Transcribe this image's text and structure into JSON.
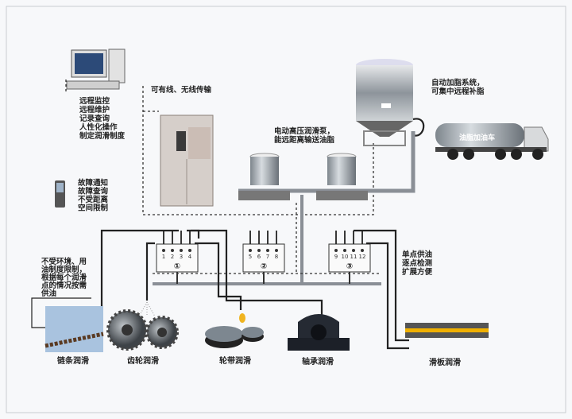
{
  "annotations": {
    "computer": [
      "远程监控",
      "远程维护",
      "记录查询",
      "人性化操作",
      "制定润滑制度"
    ],
    "phone": [
      "故障通知",
      "故障查询",
      "不受距离",
      "空间限制"
    ],
    "transmission": "可有线、无线传输",
    "pump": [
      "电动高压润滑泵，",
      "能远距离输送油脂"
    ],
    "auto_grease": [
      "自动加脂系统，",
      "可集中远程补脂"
    ],
    "truck_label": "油脂加油车",
    "chain_note": [
      "不受环境、用",
      "油制度限制，",
      "根据每个润滑",
      "点的情况按需",
      "供油"
    ],
    "distributor_note": [
      "单点供油",
      "逐点检测",
      "扩展方便"
    ]
  },
  "distributors": [
    {
      "id": "①",
      "ports": [
        "1",
        "2",
        "3",
        "4"
      ]
    },
    {
      "id": "②",
      "ports": [
        "5",
        "6",
        "7",
        "8"
      ]
    },
    {
      "id": "③",
      "ports": [
        "9",
        "10",
        "11",
        "12"
      ]
    }
  ],
  "lubrication_points": [
    "链条润滑",
    "齿轮润滑",
    "轮带润滑",
    "轴承润滑",
    "滑板润滑"
  ]
}
